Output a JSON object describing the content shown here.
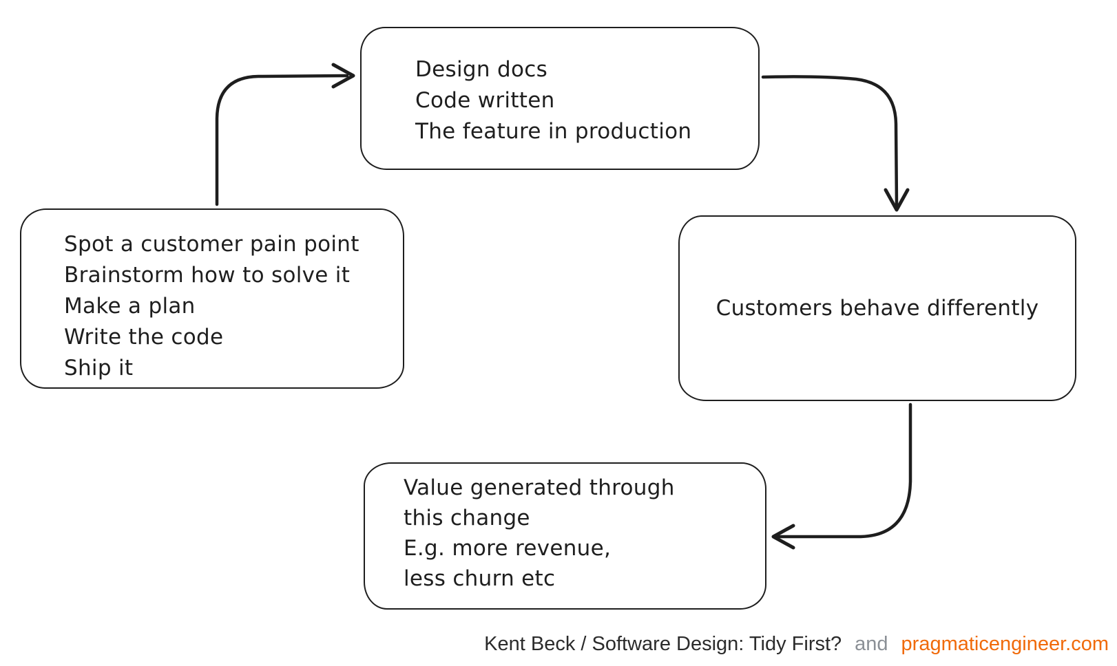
{
  "diagram": {
    "stroke_color": "#1e1e1e",
    "background_color": "#ffffff",
    "nodes": [
      {
        "id": "plan",
        "lines": [
          "Spot a customer pain point",
          "Brainstorm how to solve it",
          "Make a plan",
          "Write the code",
          "Ship it"
        ]
      },
      {
        "id": "build",
        "lines": [
          "Design docs",
          "Code written",
          "The feature in production"
        ]
      },
      {
        "id": "behavior",
        "lines": [
          "Customers behave differently"
        ]
      },
      {
        "id": "value",
        "lines": [
          "Value generated through",
          "this change",
          "E.g. more revenue,",
          "less churn etc"
        ]
      }
    ],
    "arrows": [
      {
        "from": "plan",
        "to": "build"
      },
      {
        "from": "build",
        "to": "behavior"
      },
      {
        "from": "behavior",
        "to": "value"
      }
    ]
  },
  "footer": {
    "attribution": "Kent Beck / Software Design: Tidy First?",
    "conjunction": "and",
    "site": "pragmaticengineer.com",
    "attribution_color": "#2b2b2b",
    "conjunction_color": "#8b9096",
    "site_color": "#f06a0a"
  }
}
